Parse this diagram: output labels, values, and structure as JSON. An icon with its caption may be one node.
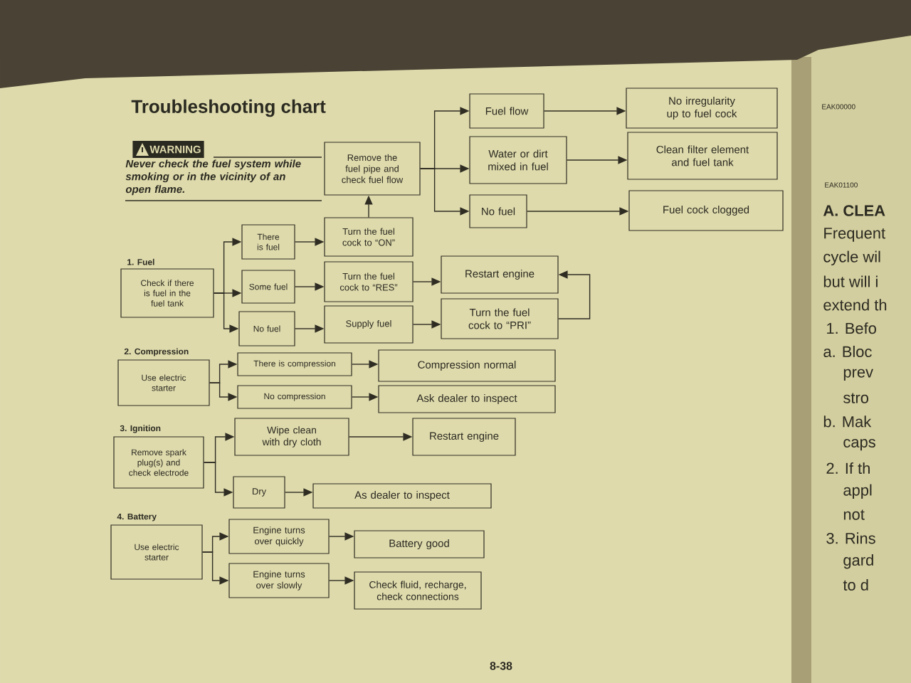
{
  "diagram": {
    "title": "Troubleshooting chart",
    "nodes": [
      {
        "text": [
          "1. Fuel",
          "Check if there is fuel in the fuel tank"
        ]
      },
      {
        "text": [
          "There is fuel"
        ]
      },
      {
        "text": [
          "Some fuel"
        ]
      },
      {
        "text": [
          "No fuel"
        ]
      },
      {
        "text": [
          "Turn the fuel cock to “ON”"
        ]
      },
      {
        "text": [
          "Turn the fuel cock to “RES”"
        ]
      },
      {
        "text": [
          "Supply fuel"
        ]
      },
      {
        "text": [
          "Remove the fuel pipe and check fuel flow"
        ]
      },
      {
        "text": [
          "Restart engine"
        ]
      },
      {
        "text": [
          "Turn the fuel cock to “PRI”"
        ]
      },
      {
        "text": [
          "Fuel flow"
        ]
      },
      {
        "text": [
          "Water or dirt mixed in fuel"
        ]
      },
      {
        "text": [
          "No fuel"
        ]
      },
      {
        "text": [
          "No irregularity up to fuel cock"
        ]
      },
      {
        "text": [
          "Clean filter element and fuel tank"
        ]
      },
      {
        "text": [
          "Fuel cock clogged"
        ]
      },
      {
        "text": [
          "2. Compression",
          "Use electric starter"
        ]
      },
      {
        "text": [
          "There is compression"
        ]
      },
      {
        "text": [
          "No compression"
        ]
      },
      {
        "text": [
          "Compression normal"
        ]
      },
      {
        "text": [
          "Ask dealer to inspect"
        ]
      },
      {
        "text": [
          "3. Ignition",
          "Remove spark plug(s) and check electrode"
        ]
      },
      {
        "text": [
          "Wipe clean with dry cloth"
        ]
      },
      {
        "text": [
          "Dry"
        ]
      },
      {
        "text": [
          "Restart engine"
        ]
      },
      {
        "text": [
          "As dealer to inspect"
        ]
      },
      {
        "text": [
          "4. Battery",
          "Use electric starter"
        ]
      },
      {
        "text": [
          "Engine turns over quickly"
        ]
      },
      {
        "text": [
          "Engine turns over slowly"
        ]
      },
      {
        "text": [
          "Battery good"
        ]
      },
      {
        "text": [
          "Check fluid, recharge, check connections"
        ]
      }
    ],
    "edges": [
      {
        "from": 0,
        "to": 1,
        "arrow": "to"
      },
      {
        "from": 0,
        "to": 2,
        "arrow": "to"
      },
      {
        "from": 0,
        "to": 3,
        "arrow": "to"
      },
      {
        "from": 1,
        "to": 4,
        "arrow": "to"
      },
      {
        "from": 2,
        "to": 5,
        "arrow": "to"
      },
      {
        "from": 3,
        "to": 6,
        "arrow": "to"
      },
      {
        "from": 4,
        "to": 7,
        "arrow": "to"
      },
      {
        "from": 7,
        "to": 10,
        "arrow": "to"
      },
      {
        "from": 7,
        "to": 11,
        "arrow": "to"
      },
      {
        "from": 7,
        "to": 12,
        "arrow": "to"
      },
      {
        "from": 10,
        "to": 13,
        "arrow": "to"
      },
      {
        "from": 11,
        "to": 14,
        "arrow": "to"
      },
      {
        "from": 12,
        "to": 15,
        "arrow": "to"
      },
      {
        "from": 5,
        "to": 8,
        "arrow": "to"
      },
      {
        "from": 6,
        "to": 9,
        "arrow": "to"
      },
      {
        "from": 9,
        "to": 8,
        "arrow": "to"
      },
      {
        "from": 16,
        "to": 17,
        "arrow": "to"
      },
      {
        "from": 16,
        "to": 18,
        "arrow": "to"
      },
      {
        "from": 17,
        "to": 19,
        "arrow": "to"
      },
      {
        "from": 18,
        "to": 20,
        "arrow": "to"
      },
      {
        "from": 21,
        "to": 22,
        "arrow": "to"
      },
      {
        "from": 21,
        "to": 23,
        "arrow": "to"
      },
      {
        "from": 22,
        "to": 24,
        "arrow": "to"
      },
      {
        "from": 23,
        "to": 25,
        "arrow": "to"
      },
      {
        "from": 26,
        "to": 27,
        "arrow": "to"
      },
      {
        "from": 26,
        "to": 28,
        "arrow": "to"
      },
      {
        "from": 27,
        "to": 29,
        "arrow": "to"
      },
      {
        "from": 28,
        "to": 30,
        "arrow": "to"
      }
    ],
    "labels": [
      "WARNING",
      "Never check the fuel system while smoking or in the vicinity of an open flame.",
      "8-38",
      "EAK00000",
      "EAK01100",
      "A. CLEA",
      "Frequent",
      "cycle wil",
      "but will i",
      "extend th",
      "1. Befo",
      "a. Bloc",
      "prev",
      "stro",
      "b. Mak",
      "caps",
      "2. If th",
      "appl",
      "not",
      "3. Rins",
      "gard",
      "to d"
    ]
  }
}
